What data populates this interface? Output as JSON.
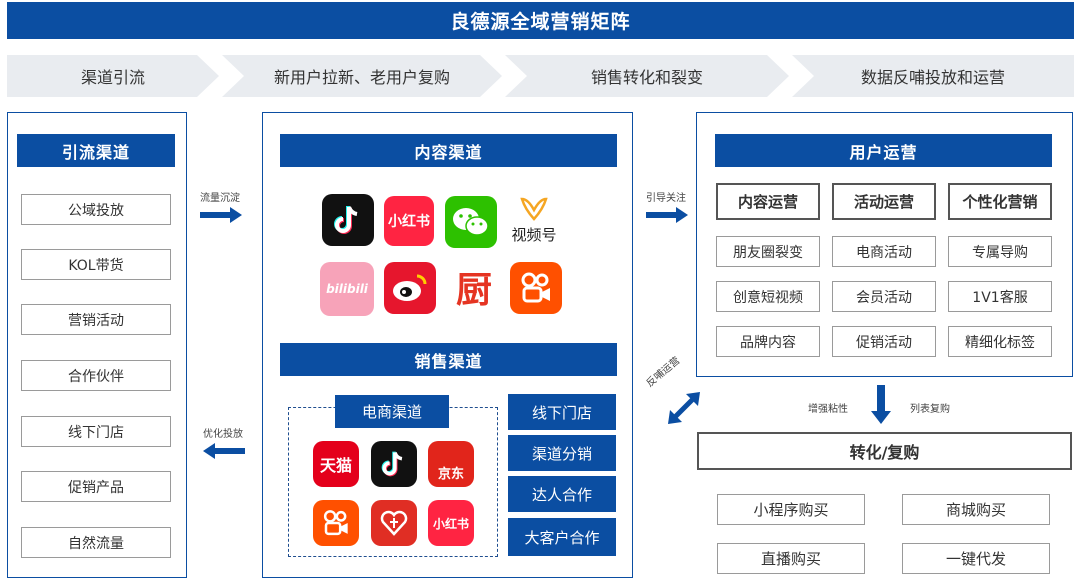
{
  "title": "良德源全域营销矩阵",
  "stages": [
    "渠道引流",
    "新用户拉新、老用户复购",
    "销售转化和裂变",
    "数据反哺投放和运营"
  ],
  "left": {
    "header": "引流渠道",
    "items": [
      "公域投放",
      "KOL带货",
      "营销活动",
      "合作伙伴",
      "线下门店",
      "促销产品",
      "自然流量"
    ]
  },
  "arrows": {
    "flow_settle": "流量沉淀",
    "optimize": "优化投放",
    "guide_follow": "引导关注",
    "feedback": "反哺运营",
    "enhance": "增强粘性",
    "repurchase_label": "列表复购"
  },
  "content": {
    "header": "内容渠道",
    "icons": [
      {
        "name": "douyin-icon",
        "text": ""
      },
      {
        "name": "xiaohongshu-icon",
        "text": "小红书"
      },
      {
        "name": "wechat-icon",
        "text": ""
      },
      {
        "name": "shipinhao-icon",
        "text": "视频号"
      },
      {
        "name": "bilibili-icon",
        "text": "bilibili"
      },
      {
        "name": "weibo-icon",
        "text": ""
      },
      {
        "name": "xiachufang-icon",
        "text": "厨"
      },
      {
        "name": "kuaishou-icon",
        "text": ""
      }
    ]
  },
  "sales": {
    "header": "销售渠道",
    "ecommerce_label": "电商渠道",
    "ecommerce_icons": [
      {
        "name": "tmall-icon",
        "text": "天猫"
      },
      {
        "name": "douyin-icon",
        "text": ""
      },
      {
        "name": "jd-icon",
        "text": "京东"
      },
      {
        "name": "kuaishou-icon",
        "text": ""
      },
      {
        "name": "pinduoduo-icon",
        "text": ""
      },
      {
        "name": "xiaohongshu-icon",
        "text": "小红书"
      }
    ],
    "items": [
      "线下门店",
      "渠道分销",
      "达人合作",
      "大客户合作"
    ]
  },
  "user_ops": {
    "header": "用户运营",
    "columns": [
      {
        "title": "内容运营",
        "items": [
          "朋友圈裂变",
          "创意短视频",
          "品牌内容"
        ]
      },
      {
        "title": "活动运营",
        "items": [
          "电商活动",
          "会员活动",
          "促销活动"
        ]
      },
      {
        "title": "个性化营销",
        "items": [
          "专属导购",
          "1V1客服",
          "精细化标签"
        ]
      }
    ]
  },
  "conversion": {
    "title": "转化/复购",
    "items": [
      "小程序购买",
      "商城购买",
      "直播购买",
      "一键代发"
    ]
  },
  "colors": {
    "primary": "#0b4ea2",
    "stage_bg": "#e9ecf0"
  }
}
